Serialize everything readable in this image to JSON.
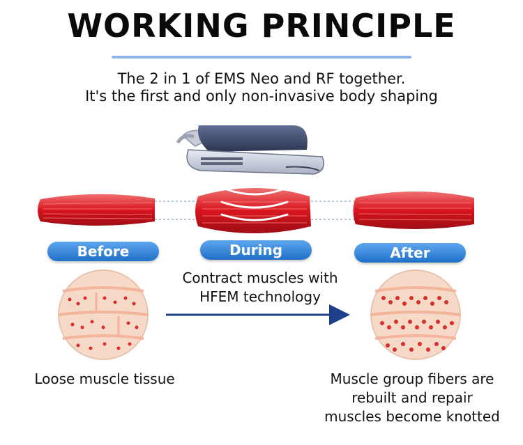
{
  "header": {
    "title": "WORKING PRINCIPLE",
    "subtitle_line1": "The 2 in 1 of EMS Neo and RF together.",
    "subtitle_line2": "It's the first and only non-invasive body shaping"
  },
  "stages": {
    "before": "Before",
    "during": "During",
    "after": "After"
  },
  "process": {
    "line1": "Contract muscles with",
    "line2": "HFEM technology"
  },
  "captions": {
    "before": "Loose muscle tissue",
    "after_line1": "Muscle group fibers are",
    "after_line2": "rebuilt and repair",
    "after_line3": "muscles become knotted"
  },
  "colors": {
    "muscle": "#e0262e",
    "pill": "#2f86de",
    "arrow": "#1f3f8a",
    "tissue_bg": "#f6d9c6"
  }
}
